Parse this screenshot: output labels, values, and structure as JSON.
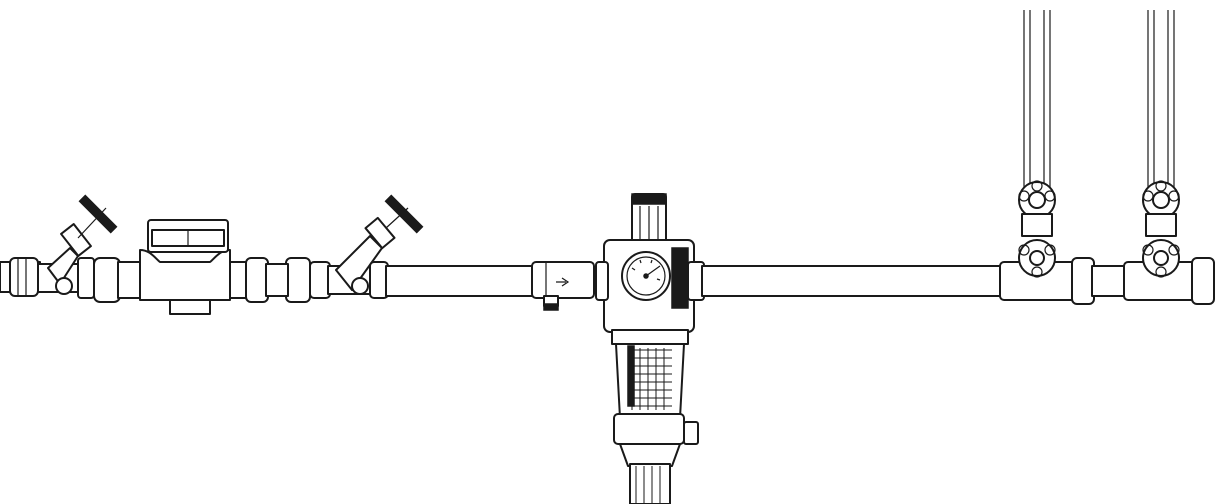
{
  "diagram": {
    "background": "#ffffff",
    "ink_color": "#1a1a1a",
    "components": [
      "pipe-stub-left",
      "isolation-valve-inlet",
      "water-meter",
      "isolation-valve-outlet",
      "straight-pipe",
      "drain-fitting",
      "pressure-reducing-filter",
      "pressure-gauge",
      "straight-pipe-long",
      "tee-valve-pair-left",
      "tee-valve-pair-right",
      "riser-pipes"
    ],
    "icons": {
      "gauge": "pressure-gauge-icon",
      "flow_arrow": "flow-arrow-icon",
      "handwheel": "handwheel-icon"
    }
  }
}
